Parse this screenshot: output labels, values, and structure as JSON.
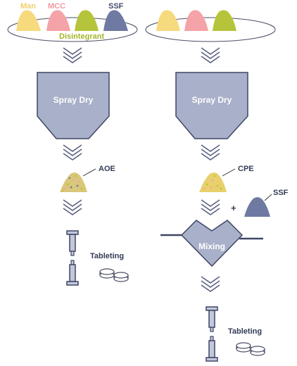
{
  "labels": {
    "man": "Man",
    "mcc": "MCC",
    "disintegrant": "Disintegrant",
    "ssf": "SSF",
    "spray_dry": "Spray Dry",
    "aoe": "AOE",
    "cpe": "CPE",
    "plus": "+",
    "mixing": "Mixing",
    "tableting": "Tableting"
  },
  "colors": {
    "man": "#f7d97e",
    "mcc": "#f4a3a8",
    "disintegrant": "#b5c43a",
    "ssf": "#6f7aa3",
    "vessel_fill": "#a9b0c9",
    "vessel_stroke": "#3f4666",
    "chevron": "#5a6180",
    "plate_stroke": "#4a4f66"
  },
  "icons": [
    "powder-pile-icon",
    "double-chevron-down-icon",
    "spray-dryer-icon",
    "mixer-icon",
    "tablet-press-icon",
    "tablet-stack-icon"
  ]
}
